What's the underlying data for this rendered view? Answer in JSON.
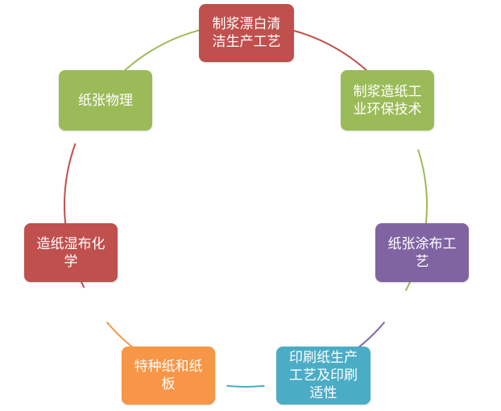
{
  "diagram": {
    "nodes": [
      {
        "id": "pulping-bleaching",
        "text": "制浆漂白清\n洁生产工艺",
        "color": "#C0504D",
        "connector_color": "#C0504D"
      },
      {
        "id": "pulping-environmental",
        "text": "制浆造纸工\n业环保技术",
        "color": "#9BBB59",
        "connector_color": "#9BBB59"
      },
      {
        "id": "paper-coating",
        "text": "纸张涂布工\n艺",
        "color": "#8064A2",
        "connector_color": "#8064A2"
      },
      {
        "id": "printing-paper",
        "text": "印刷纸生产\n工艺及印刷\n适性",
        "color": "#4BACC6",
        "connector_color": "#4BACC6"
      },
      {
        "id": "specialty-paper",
        "text": "特种纸和纸\n板",
        "color": "#F79646",
        "connector_color": "#F79646"
      },
      {
        "id": "wet-end-chemistry",
        "text": "造纸湿布化\n学",
        "color": "#C0504D",
        "connector_color": "#C0504D"
      },
      {
        "id": "paper-physics",
        "text": "纸张物理",
        "color": "#9BBB59",
        "connector_color": "#9BBB59"
      }
    ]
  }
}
